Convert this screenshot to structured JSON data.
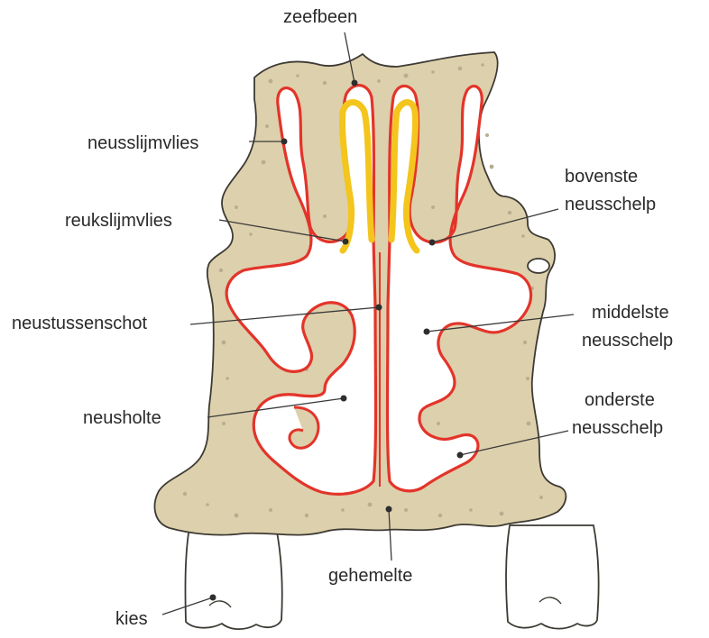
{
  "labels": {
    "zeefbeen": "zeefbeen",
    "neusslijmvlies": "neusslijmvlies",
    "reukslijmvlies": "reukslijmvlies",
    "bovenste_line1": "bovenste",
    "bovenste_line2": "neusschelp",
    "neustussenschot": "neustussenschot",
    "middelste_line1": "middelste",
    "middelste_line2": "neusschelp",
    "neusholte": "neusholte",
    "onderste_line1": "onderste",
    "onderste_line2": "neusschelp",
    "gehemelte": "gehemelte",
    "kies": "kies"
  },
  "colors": {
    "bone": "#ddd0ac",
    "mucosa": "#e3342a",
    "olfactory": "#f3c51d"
  }
}
